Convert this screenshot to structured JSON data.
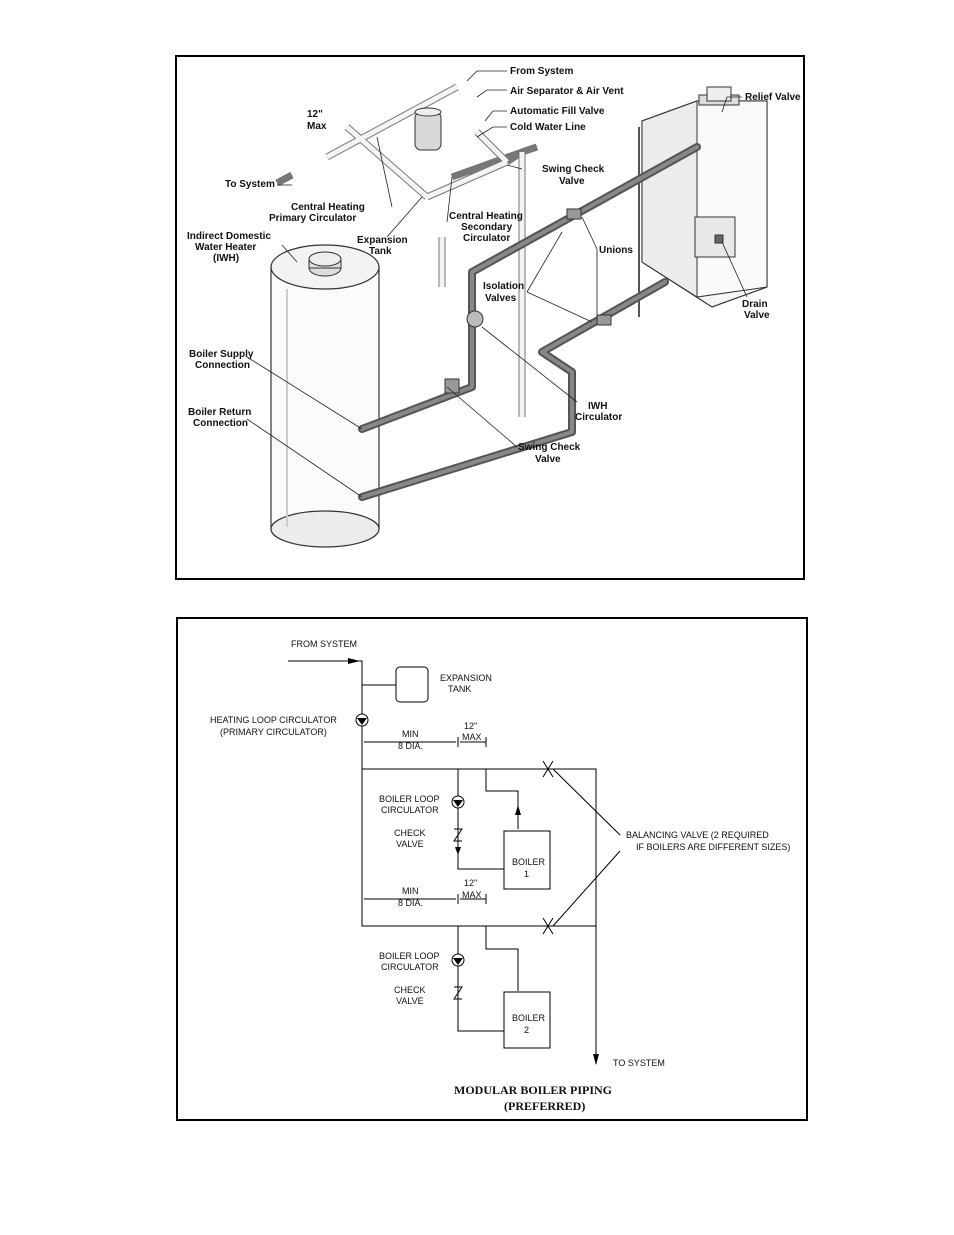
{
  "figure1": {
    "labels": {
      "from_system": "From System",
      "air_separator": "Air Separator & Air Vent",
      "auto_fill": "Automatic Fill Valve",
      "cold_water": "Cold Water Line",
      "relief_valve": "Relief Valve",
      "twelve_max_1": "12\"",
      "twelve_max_2": "Max",
      "to_system": "To System",
      "swing_check_top_1": "Swing Check",
      "swing_check_top_2": "Valve",
      "primary_circ_1": "Central Heating",
      "primary_circ_2": "Primary Circulator",
      "secondary_circ_1": "Central Heating",
      "secondary_circ_2": "Secondary",
      "secondary_circ_3": "Circulator",
      "iwh_1": "Indirect Domestic",
      "iwh_2": "Water Heater",
      "iwh_3": "(IWH)",
      "expansion_1": "Expansion",
      "expansion_2": "Tank",
      "unions": "Unions",
      "isolation_1": "Isolation",
      "isolation_2": "Valves",
      "drain_1": "Drain",
      "drain_2": "Valve",
      "supply_1": "Boiler Supply",
      "supply_2": "Connection",
      "iwh_circ_1": "IWH",
      "iwh_circ_2": "Circulator",
      "return_1": "Boiler Return",
      "return_2": "Connection",
      "swing_check_bot_1": "Swing Check",
      "swing_check_bot_2": "Valve"
    }
  },
  "figure2": {
    "labels": {
      "from_system": "FROM SYSTEM",
      "expansion_1": "EXPANSION",
      "expansion_2": "TANK",
      "heating_circ_1": "HEATING LOOP CIRCULATOR",
      "heating_circ_2": "(PRIMARY CIRCULATOR)",
      "min_a_1": "MIN",
      "min_a_2": "8 DIA.",
      "max_a_1": "12\"",
      "max_a_2": "MAX",
      "boiler_circ_a_1": "BOILER LOOP",
      "boiler_circ_a_2": "CIRCULATOR",
      "check_a_1": "CHECK",
      "check_a_2": "VALVE",
      "boiler1_1": "BOILER",
      "boiler1_2": "1",
      "balancing_1": "BALANCING VALVE (2 REQUIRED",
      "balancing_2": "IF BOILERS ARE DIFFERENT SIZES)",
      "min_b_1": "MIN",
      "min_b_2": "8 DIA.",
      "max_b_1": "12\"",
      "max_b_2": "MAX",
      "boiler_circ_b_1": "BOILER LOOP",
      "boiler_circ_b_2": "CIRCULATOR",
      "check_b_1": "CHECK",
      "check_b_2": "VALVE",
      "boiler2_1": "BOILER",
      "boiler2_2": "2",
      "to_system": "TO SYSTEM",
      "title_1": "MODULAR BOILER PIPING",
      "title_2": "(PREFERRED)"
    }
  }
}
